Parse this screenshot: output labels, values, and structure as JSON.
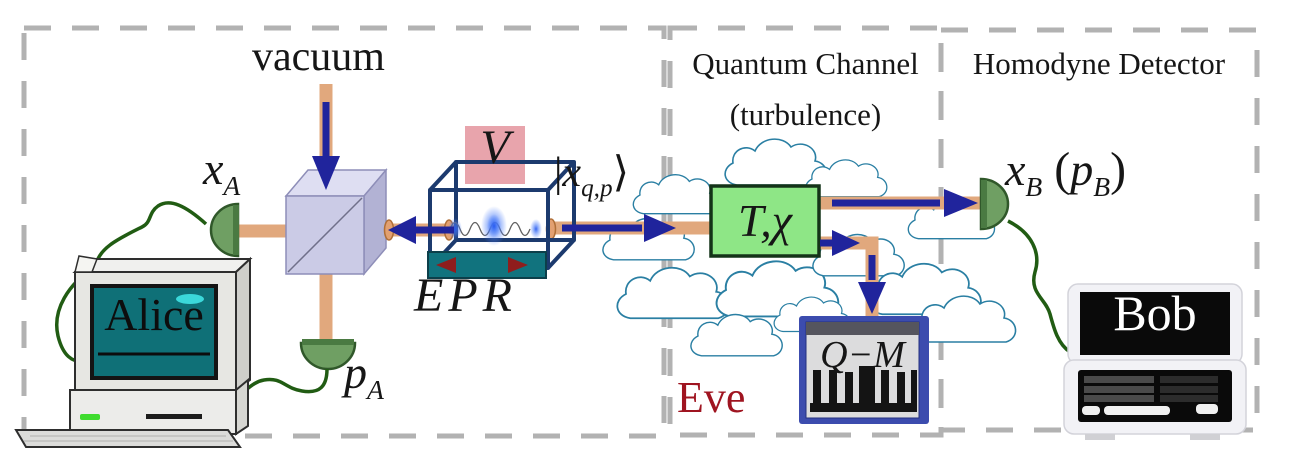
{
  "colors": {
    "beam": "#e1a87d",
    "arrow_navy": "#20249c",
    "detector_green": "#6f9f63",
    "wire_green": "#215c13",
    "frame_dash_gray": "#b2b2b2",
    "transmission_green": "#8ee686",
    "eve_red": "#9f1420",
    "epr_frame_navy": "#1c3a6e",
    "epr_base_teal": "#11737e",
    "variance_pink": "#e8a4ac",
    "qm_border_blue": "#3c4cae",
    "alice_screen_teal": "#0f7077",
    "cloud_stroke": "#2a7fa3"
  },
  "alice_station": {
    "vacuum_label": "vacuum",
    "x_quadrature": {
      "base": "x",
      "sub": "A"
    },
    "p_quadrature": {
      "base": "p",
      "sub": "A"
    },
    "computer_name": "Alice",
    "epr_label": "EPR",
    "variance_label": "V",
    "state_ket": {
      "open": "|",
      "base": "x",
      "sub": "q,p",
      "close": "⟩"
    }
  },
  "quantum_channel": {
    "title": "Quantum Channel",
    "subtitle": "(turbulence)",
    "transmission_label": "T,χ",
    "eve_label": "Eve",
    "quantum_memory_label": "Q−M"
  },
  "bob_station": {
    "title": "Homodyne Detector",
    "x_quadrature": {
      "base": "x",
      "sub": "B"
    },
    "p_quadrature": {
      "open": "(",
      "base": "p",
      "sub": "B",
      "close": ")"
    },
    "computer_name": "Bob"
  }
}
